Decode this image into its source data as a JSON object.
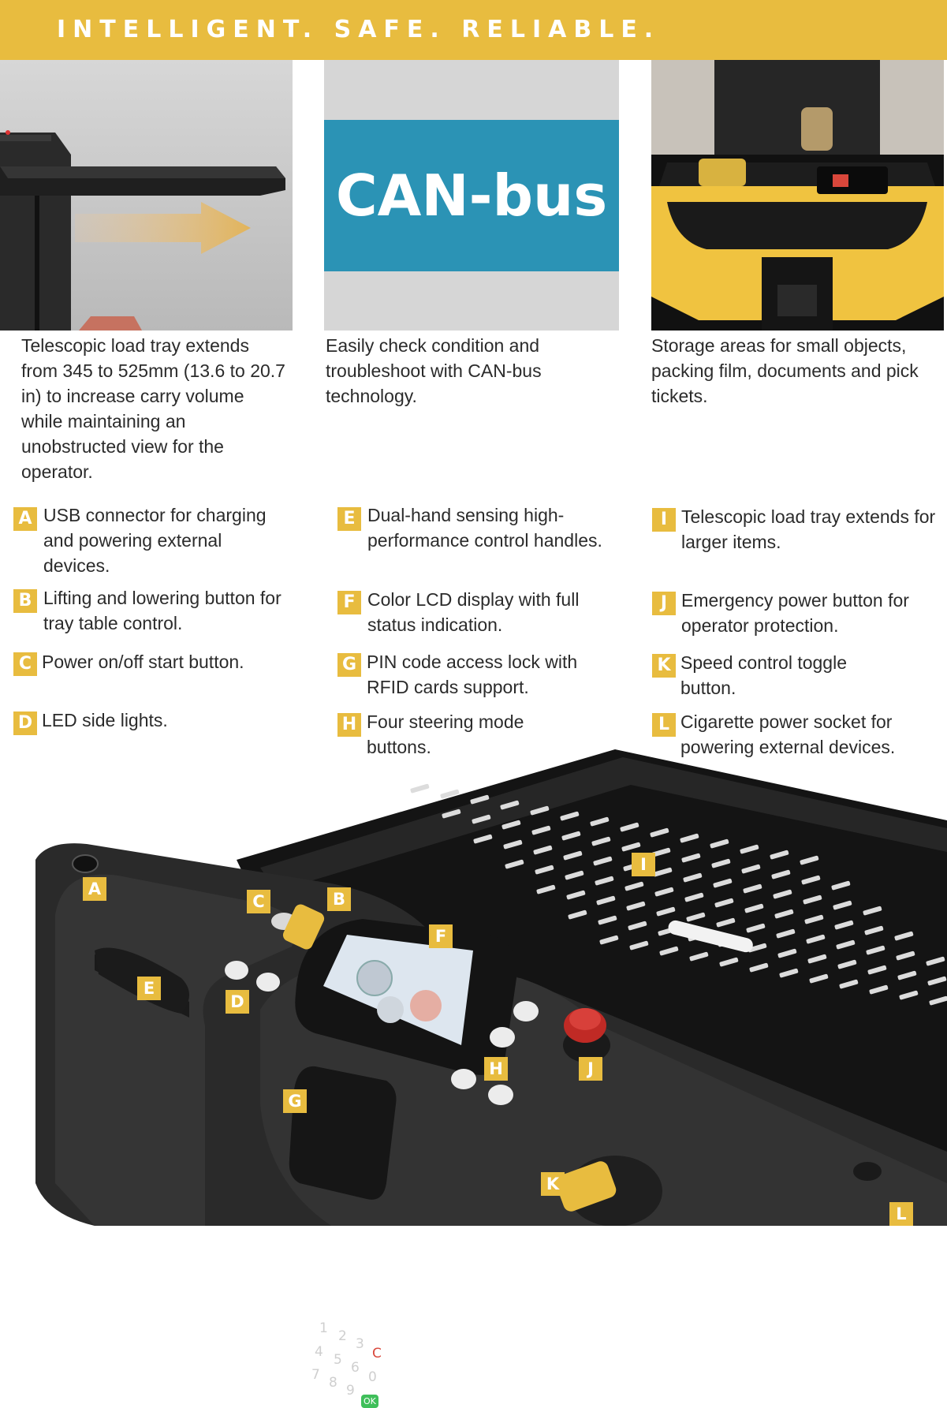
{
  "banner": {
    "title": "INTELLIGENT. SAFE. RELIABLE."
  },
  "photos": [
    {
      "caption": "Telescopic load tray extends from 345 to 525mm (13.6 to 20.7 in) to  increase carry volume while maintaining an unobstructed  view for the operator."
    },
    {
      "logo_text": "CAN-bus",
      "caption": "Easily check condition and troubleshoot with CAN-bus technology."
    },
    {
      "caption": "Storage areas for small objects, packing film, documents and pick tickets."
    }
  ],
  "features": [
    {
      "letter": "A",
      "text": "USB connector for charging and powering external devices."
    },
    {
      "letter": "B",
      "text": "Lifting and lowering button for tray table control."
    },
    {
      "letter": "C",
      "text": "Power on/off start button."
    },
    {
      "letter": "D",
      "text": "LED side lights."
    },
    {
      "letter": "E",
      "text": "Dual-hand sensing high-performance control handles."
    },
    {
      "letter": "F",
      "text": "Color LCD display with full status indication."
    },
    {
      "letter": "G",
      "text": "PIN code access lock with RFID cards support."
    },
    {
      "letter": "H",
      "text": "Four steering mode buttons."
    },
    {
      "letter": "I",
      "text": "Telescopic load tray extends for larger items."
    },
    {
      "letter": "J",
      "text": "Emergency power button for operator protection."
    },
    {
      "letter": "K",
      "text": "Speed control toggle button."
    },
    {
      "letter": "L",
      "text": "Cigarette power socket for powering external devices."
    }
  ],
  "callouts": [
    "A",
    "B",
    "C",
    "D",
    "E",
    "F",
    "G",
    "H",
    "I",
    "J",
    "K",
    "L"
  ],
  "keypad": [
    "1",
    "2",
    "3",
    "C",
    "4",
    "5",
    "6",
    "0",
    "7",
    "8",
    "9",
    "OK"
  ],
  "colors": {
    "accent": "#e8bc3f",
    "canbus": "#2b93b5",
    "body": "#2b2b2b"
  }
}
